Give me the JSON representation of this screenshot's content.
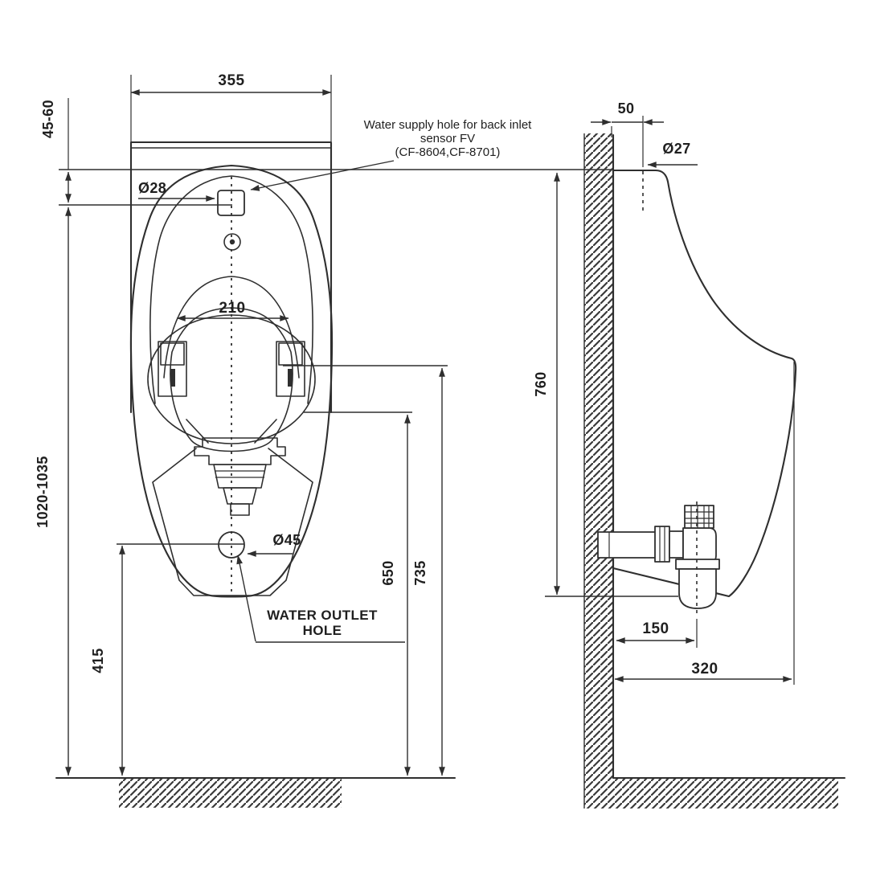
{
  "front": {
    "width": "355",
    "rim_to_supply": "45-60",
    "supply_height": "1020-1035",
    "bracket_span": "210",
    "outlet_height": "415",
    "outlet_ref": "650",
    "bracket_ref": "735",
    "supply_dia": "Ø28",
    "outlet_dia": "Ø45",
    "supply_note_1": "Water supply hole for back inlet",
    "supply_note_2": "sensor FV",
    "supply_note_3": "(CF-8604,CF-8701)",
    "outlet_note_1": "WATER OUTLET",
    "outlet_note_2": "HOLE"
  },
  "side": {
    "wall_to_axis": "50",
    "inlet_dia": "Ø27",
    "height": "760",
    "trap_offset": "150",
    "depth": "320"
  },
  "colors": {
    "line": "#2f2f2f",
    "text": "#1f1f1f",
    "background": "#ffffff"
  }
}
